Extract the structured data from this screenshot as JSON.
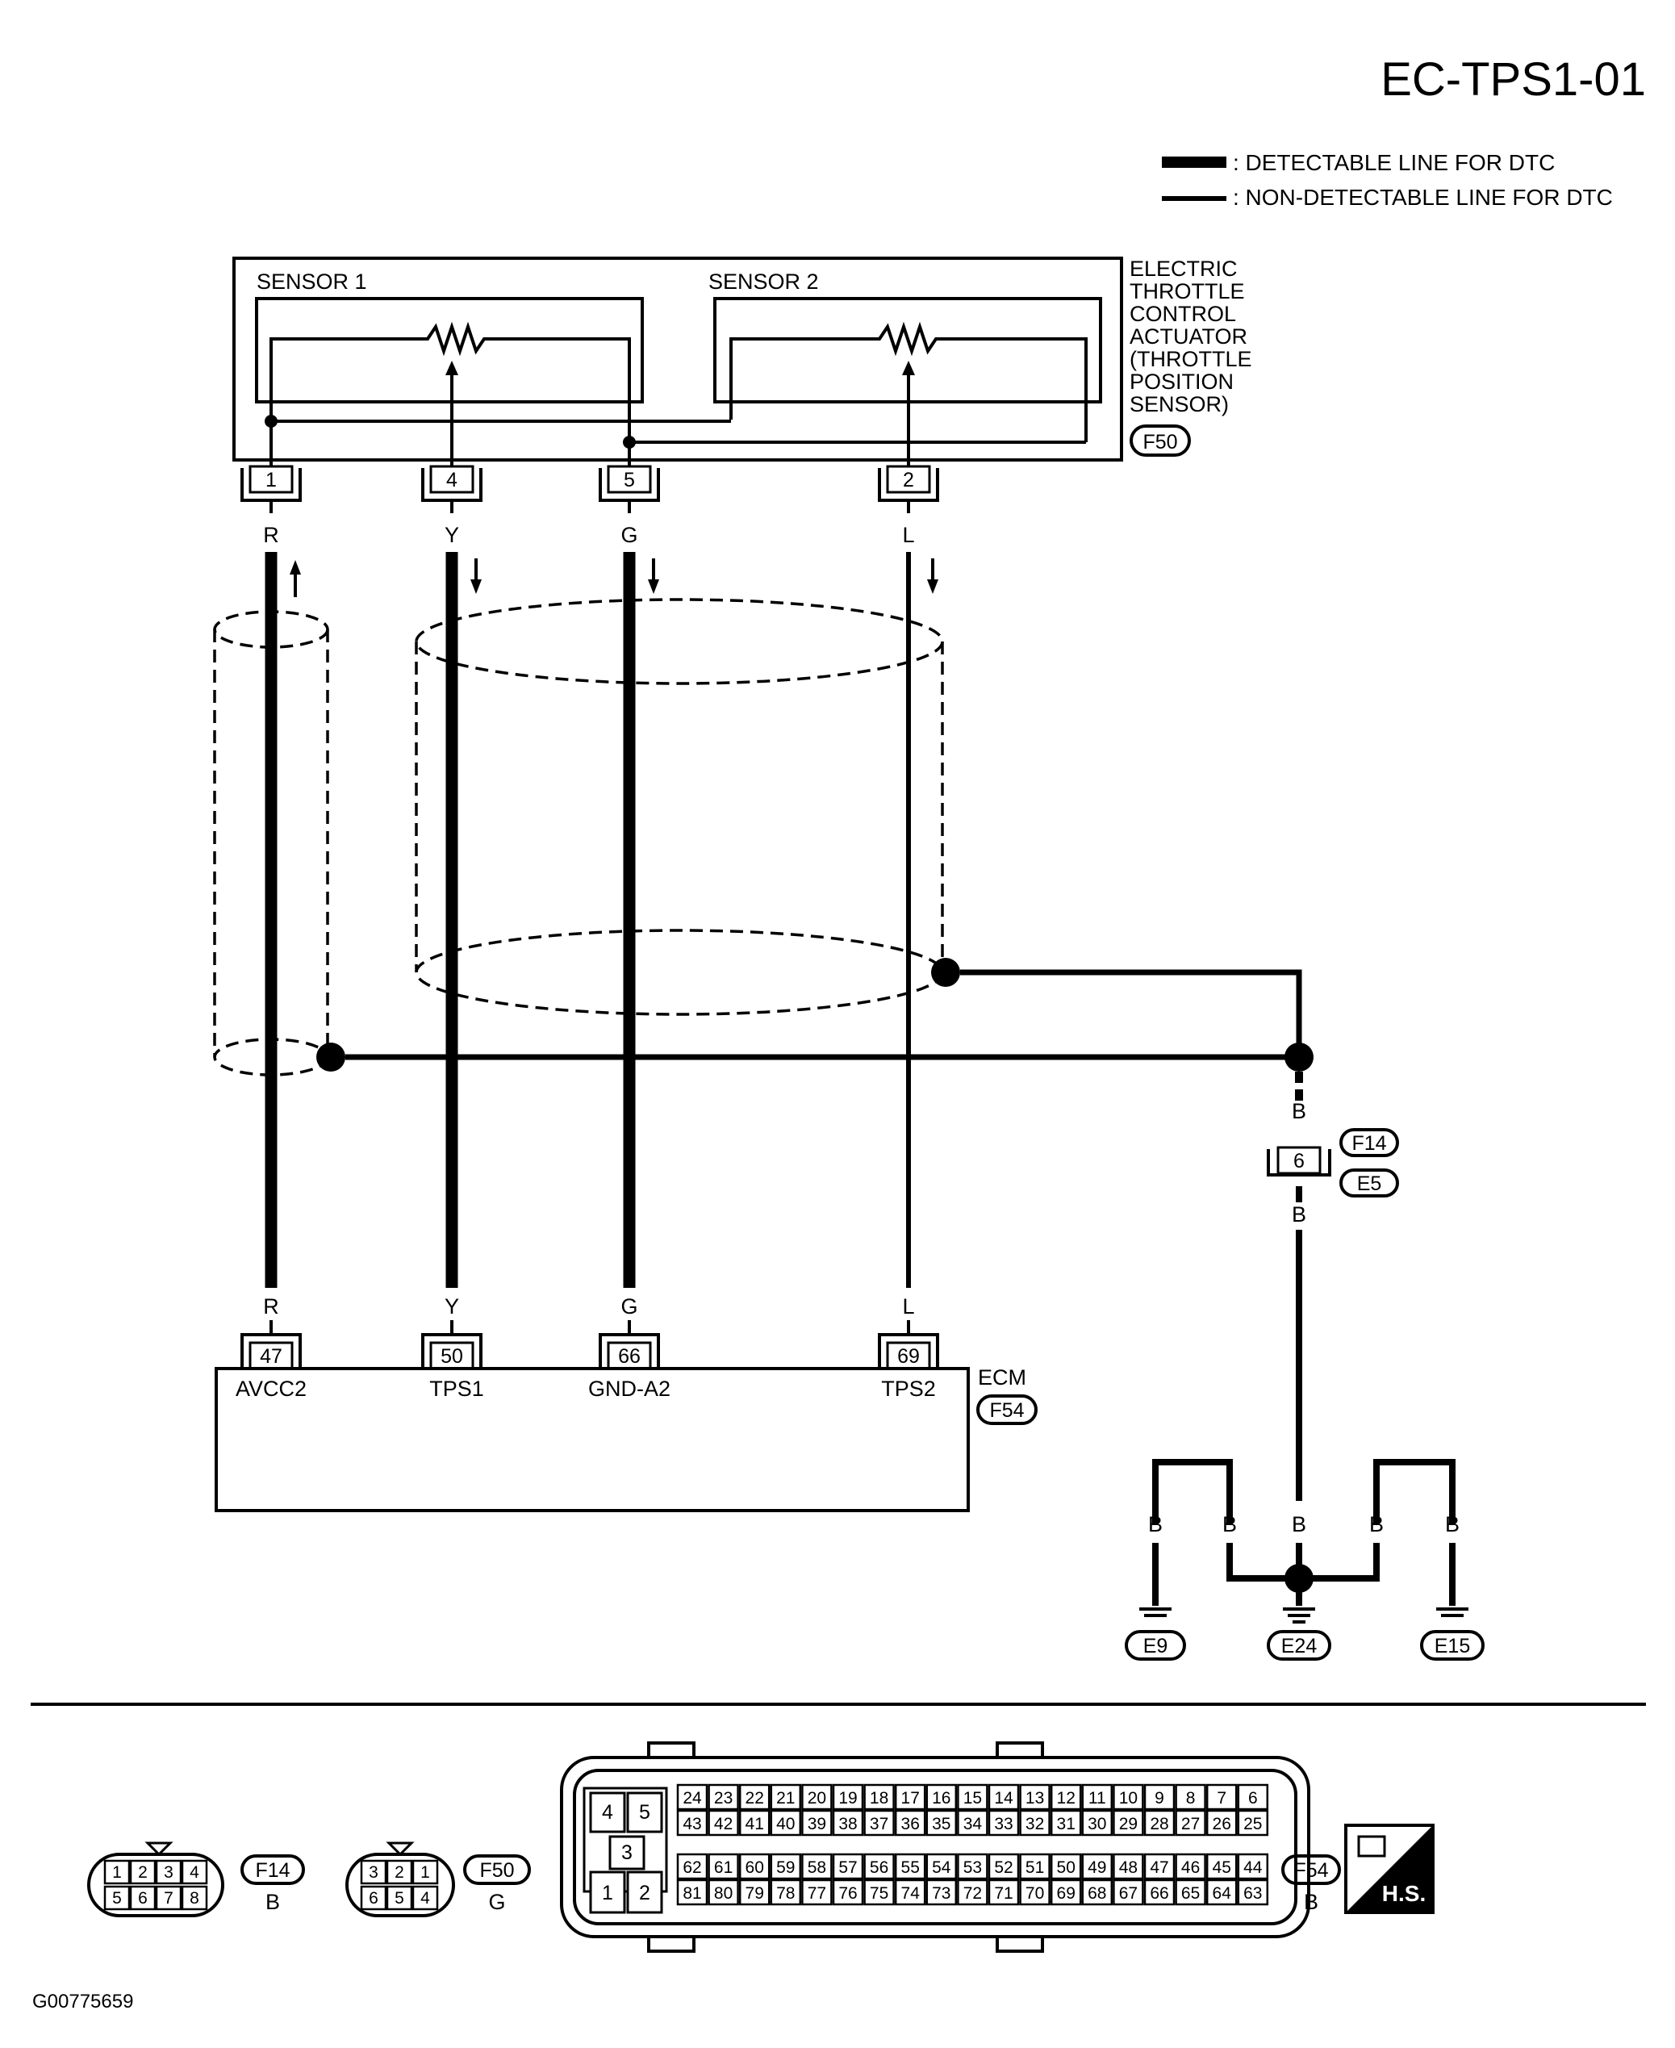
{
  "title": "EC-TPS1-01",
  "legend": {
    "detectable": ": DETECTABLE LINE FOR DTC",
    "non_detectable": ": NON-DETECTABLE LINE FOR DTC"
  },
  "actuator": {
    "label_lines": [
      "ELECTRIC",
      "THROTTLE",
      "CONTROL",
      "ACTUATOR",
      "(THROTTLE",
      "POSITION",
      "SENSOR)"
    ],
    "connector": "F50",
    "sensor1": "SENSOR 1",
    "sensor2": "SENSOR 2"
  },
  "wires": [
    {
      "pin_top": "1",
      "color_top": "R",
      "color_bottom": "R",
      "ecm_pin": "47",
      "ecm_label": "AVCC2",
      "direction": "up"
    },
    {
      "pin_top": "4",
      "color_top": "Y",
      "color_bottom": "Y",
      "ecm_pin": "50",
      "ecm_label": "TPS1",
      "direction": "down"
    },
    {
      "pin_top": "5",
      "color_top": "G",
      "color_bottom": "G",
      "ecm_pin": "66",
      "ecm_label": "GND-A2",
      "direction": "down"
    },
    {
      "pin_top": "2",
      "color_top": "L",
      "color_bottom": "L",
      "ecm_pin": "69",
      "ecm_label": "TPS2",
      "direction": "down"
    }
  ],
  "ecm": {
    "label": "ECM",
    "connector": "F54"
  },
  "shield_ground": {
    "color_top": "B",
    "connector_pin": "6",
    "connector_codes": [
      "F14",
      "E5"
    ],
    "color_bottom": "B",
    "ground_colors": [
      "B",
      "B",
      "B",
      "B",
      "B"
    ],
    "grounds": [
      "E9",
      "E24",
      "E15"
    ]
  },
  "connector_views": [
    {
      "code": "F14",
      "color": "B",
      "top_row": [
        "1",
        "2",
        "3",
        "4"
      ],
      "bottom_row": [
        "5",
        "6",
        "7",
        "8"
      ]
    },
    {
      "code": "F50",
      "color": "G",
      "top_row": [
        "3",
        "2",
        "1"
      ],
      "bottom_row": [
        "6",
        "5",
        "4"
      ]
    },
    {
      "code": "F54",
      "color": "B"
    }
  ],
  "ecm_connector": {
    "left_pins": [
      "4",
      "5",
      "3",
      "1",
      "2"
    ],
    "row1": [
      "24",
      "23",
      "22",
      "21",
      "20",
      "19",
      "18",
      "17",
      "16",
      "15",
      "14",
      "13",
      "12",
      "11",
      "10",
      "9",
      "8",
      "7",
      "6"
    ],
    "row2": [
      "43",
      "42",
      "41",
      "40",
      "39",
      "38",
      "37",
      "36",
      "35",
      "34",
      "33",
      "32",
      "31",
      "30",
      "29",
      "28",
      "27",
      "26",
      "25"
    ],
    "row3": [
      "62",
      "61",
      "60",
      "59",
      "58",
      "57",
      "56",
      "55",
      "54",
      "53",
      "52",
      "51",
      "50",
      "49",
      "48",
      "47",
      "46",
      "45",
      "44"
    ],
    "row4": [
      "81",
      "80",
      "79",
      "78",
      "77",
      "76",
      "75",
      "74",
      "73",
      "72",
      "71",
      "70",
      "69",
      "68",
      "67",
      "66",
      "65",
      "64",
      "63"
    ]
  },
  "hs_badge": "H.S.",
  "figure_id": "G00775659"
}
